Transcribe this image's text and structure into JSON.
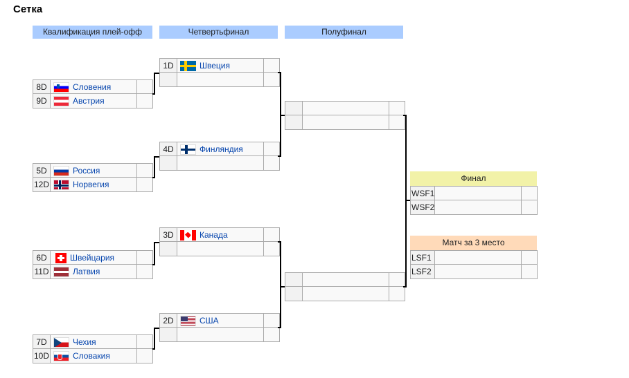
{
  "page": {
    "title": "Сетка"
  },
  "rounds": {
    "qualification": "Квалификация плей-офф",
    "quarterfinal": "Четвертьфинал",
    "semifinal": "Полуфинал",
    "final": "Финал",
    "third_place": "Матч за 3 место"
  },
  "qualification": [
    {
      "teams": [
        {
          "seed": "8D",
          "name": "Словения",
          "flag": "slovenia-flag"
        },
        {
          "seed": "9D",
          "name": "Австрия",
          "flag": "austria-flag"
        }
      ]
    },
    {
      "teams": [
        {
          "seed": "5D",
          "name": "Россия",
          "flag": "russia-flag"
        },
        {
          "seed": "12D",
          "name": "Норвегия",
          "flag": "norway-flag"
        }
      ]
    },
    {
      "teams": [
        {
          "seed": "6D",
          "name": "Швейцария",
          "flag": "switzerland-flag"
        },
        {
          "seed": "11D",
          "name": "Латвия",
          "flag": "latvia-flag"
        }
      ]
    },
    {
      "teams": [
        {
          "seed": "7D",
          "name": "Чехия",
          "flag": "czech-flag"
        },
        {
          "seed": "10D",
          "name": "Словакия",
          "flag": "slovakia-flag"
        }
      ]
    }
  ],
  "quarterfinals": [
    {
      "teams": [
        {
          "seed": "1D",
          "name": "Швеция",
          "flag": "sweden-flag"
        },
        {
          "seed": "",
          "name": ""
        }
      ]
    },
    {
      "teams": [
        {
          "seed": "4D",
          "name": "Финляндия",
          "flag": "finland-flag"
        },
        {
          "seed": "",
          "name": ""
        }
      ]
    },
    {
      "teams": [
        {
          "seed": "3D",
          "name": "Канада",
          "flag": "canada-flag"
        },
        {
          "seed": "",
          "name": ""
        }
      ]
    },
    {
      "teams": [
        {
          "seed": "2D",
          "name": "США",
          "flag": "usa-flag"
        },
        {
          "seed": "",
          "name": ""
        }
      ]
    }
  ],
  "final": {
    "teams": [
      {
        "seed": "WSF1",
        "name": ""
      },
      {
        "seed": "WSF2",
        "name": ""
      }
    ]
  },
  "third_place": {
    "teams": [
      {
        "seed": "LSF1",
        "name": ""
      },
      {
        "seed": "LSF2",
        "name": ""
      }
    ]
  }
}
